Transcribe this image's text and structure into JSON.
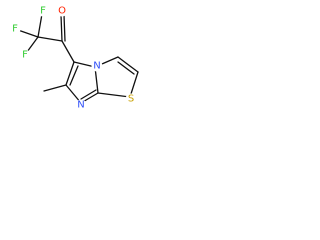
{
  "molecule": {
    "atoms": {
      "f1": {
        "label": "F",
        "color": "#33cc33"
      },
      "f2": {
        "label": "F",
        "color": "#33cc33"
      },
      "f3": {
        "label": "F",
        "color": "#33cc33"
      },
      "o": {
        "label": "O",
        "color": "#ff2200"
      },
      "n_bridge": {
        "label": "N",
        "color": "#3050f8"
      },
      "n_ring": {
        "label": "N",
        "color": "#3050f8"
      },
      "s": {
        "label": "S",
        "color": "#c8a000"
      }
    }
  }
}
